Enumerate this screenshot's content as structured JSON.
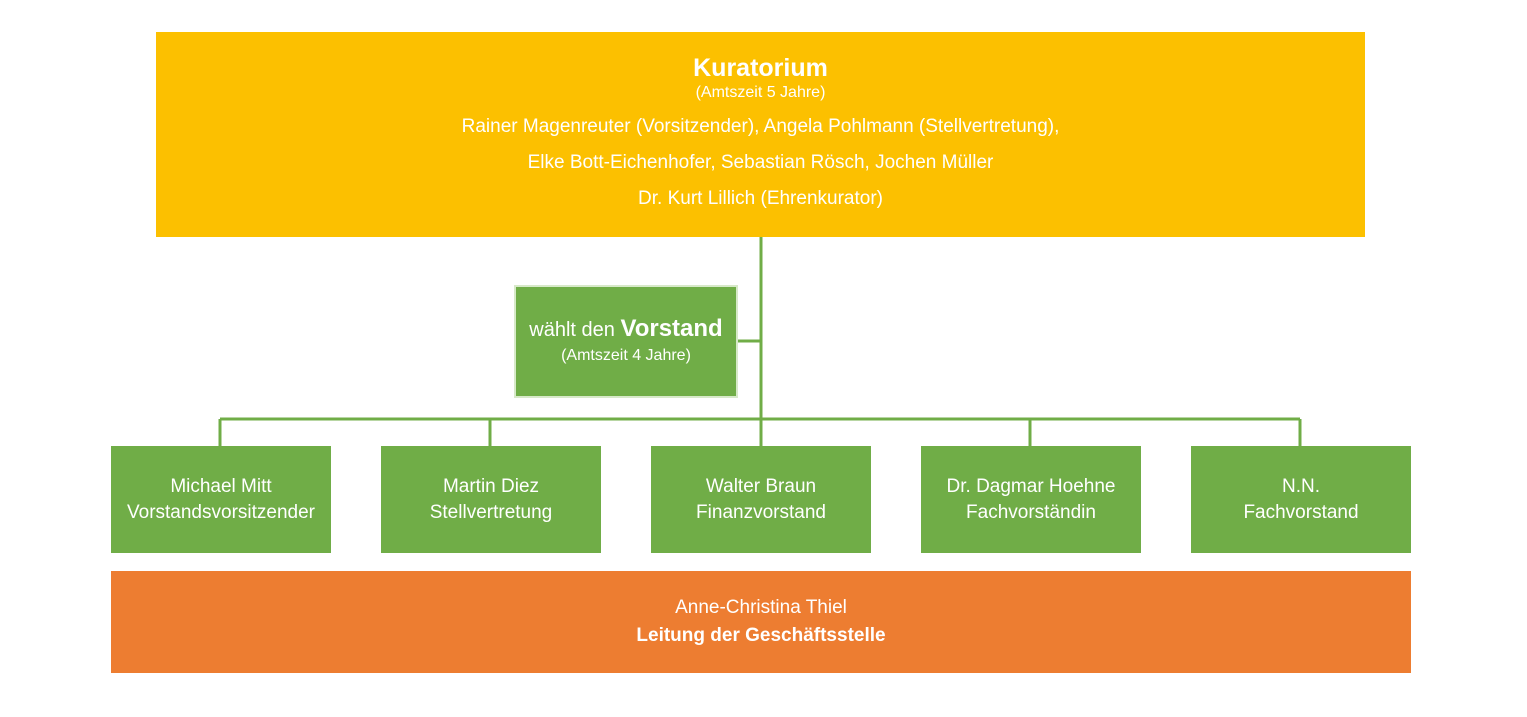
{
  "colors": {
    "kuratorium": "#fcc000",
    "vorstand": "#70ad47",
    "connector": "#70ad47",
    "geschaeftsstelle": "#ed7d31",
    "text": "#ffffff"
  },
  "kuratorium": {
    "title": "Kuratorium",
    "term": "(Amtszeit 5 Jahre)",
    "lines": [
      "Rainer Magenreuter (Vorsitzender), Angela Pohlmann (Stellvertretung),",
      "Elke Bott-Eichenhofer, Sebastian Rösch,  Jochen Müller",
      "Dr. Kurt Lillich (Ehrenkurator)"
    ]
  },
  "wahl": {
    "prefix": "wählt den",
    "strong": "Vorstand",
    "term": "(Amtszeit 4 Jahre)"
  },
  "vorstand": [
    {
      "name": "Michael Mitt",
      "role": "Vorstandsvorsitzender"
    },
    {
      "name": "Martin Diez",
      "role": "Stellvertretung"
    },
    {
      "name": "Walter Braun",
      "role": "Finanzvorstand"
    },
    {
      "name": "Dr. Dagmar Hoehne",
      "role": "Fachvorständin"
    },
    {
      "name": "N.N.",
      "role": "Fachvorstand"
    }
  ],
  "geschaeftsstelle": {
    "name": "Anne-Christina Thiel",
    "role": "Leitung der Geschäftsstelle"
  }
}
